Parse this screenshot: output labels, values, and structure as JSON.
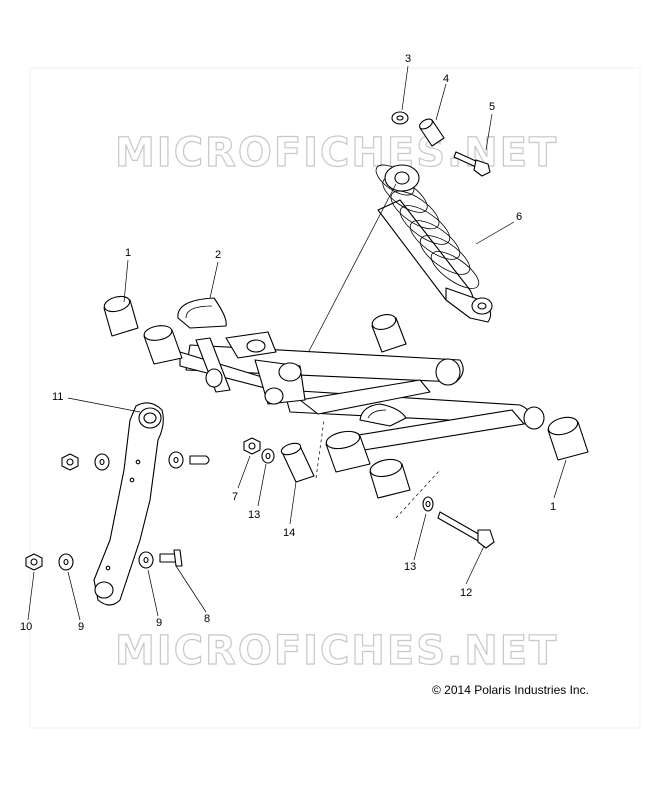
{
  "watermark": {
    "text": "MICROFICHES.NET"
  },
  "copyright": "© 2014 Polaris Industries Inc.",
  "callouts": [
    {
      "id": "c1a",
      "label": "1"
    },
    {
      "id": "c2",
      "label": "2"
    },
    {
      "id": "c3",
      "label": "3"
    },
    {
      "id": "c4",
      "label": "4"
    },
    {
      "id": "c5",
      "label": "5"
    },
    {
      "id": "c6",
      "label": "6"
    },
    {
      "id": "c11",
      "label": "11"
    },
    {
      "id": "c7",
      "label": "7"
    },
    {
      "id": "c13a",
      "label": "13"
    },
    {
      "id": "c14",
      "label": "14"
    },
    {
      "id": "c1b",
      "label": "1"
    },
    {
      "id": "c13b",
      "label": "13"
    },
    {
      "id": "c12",
      "label": "12"
    },
    {
      "id": "c8",
      "label": "8"
    },
    {
      "id": "c9a",
      "label": "9"
    },
    {
      "id": "c9b",
      "label": "9"
    },
    {
      "id": "c10",
      "label": "10"
    }
  ]
}
